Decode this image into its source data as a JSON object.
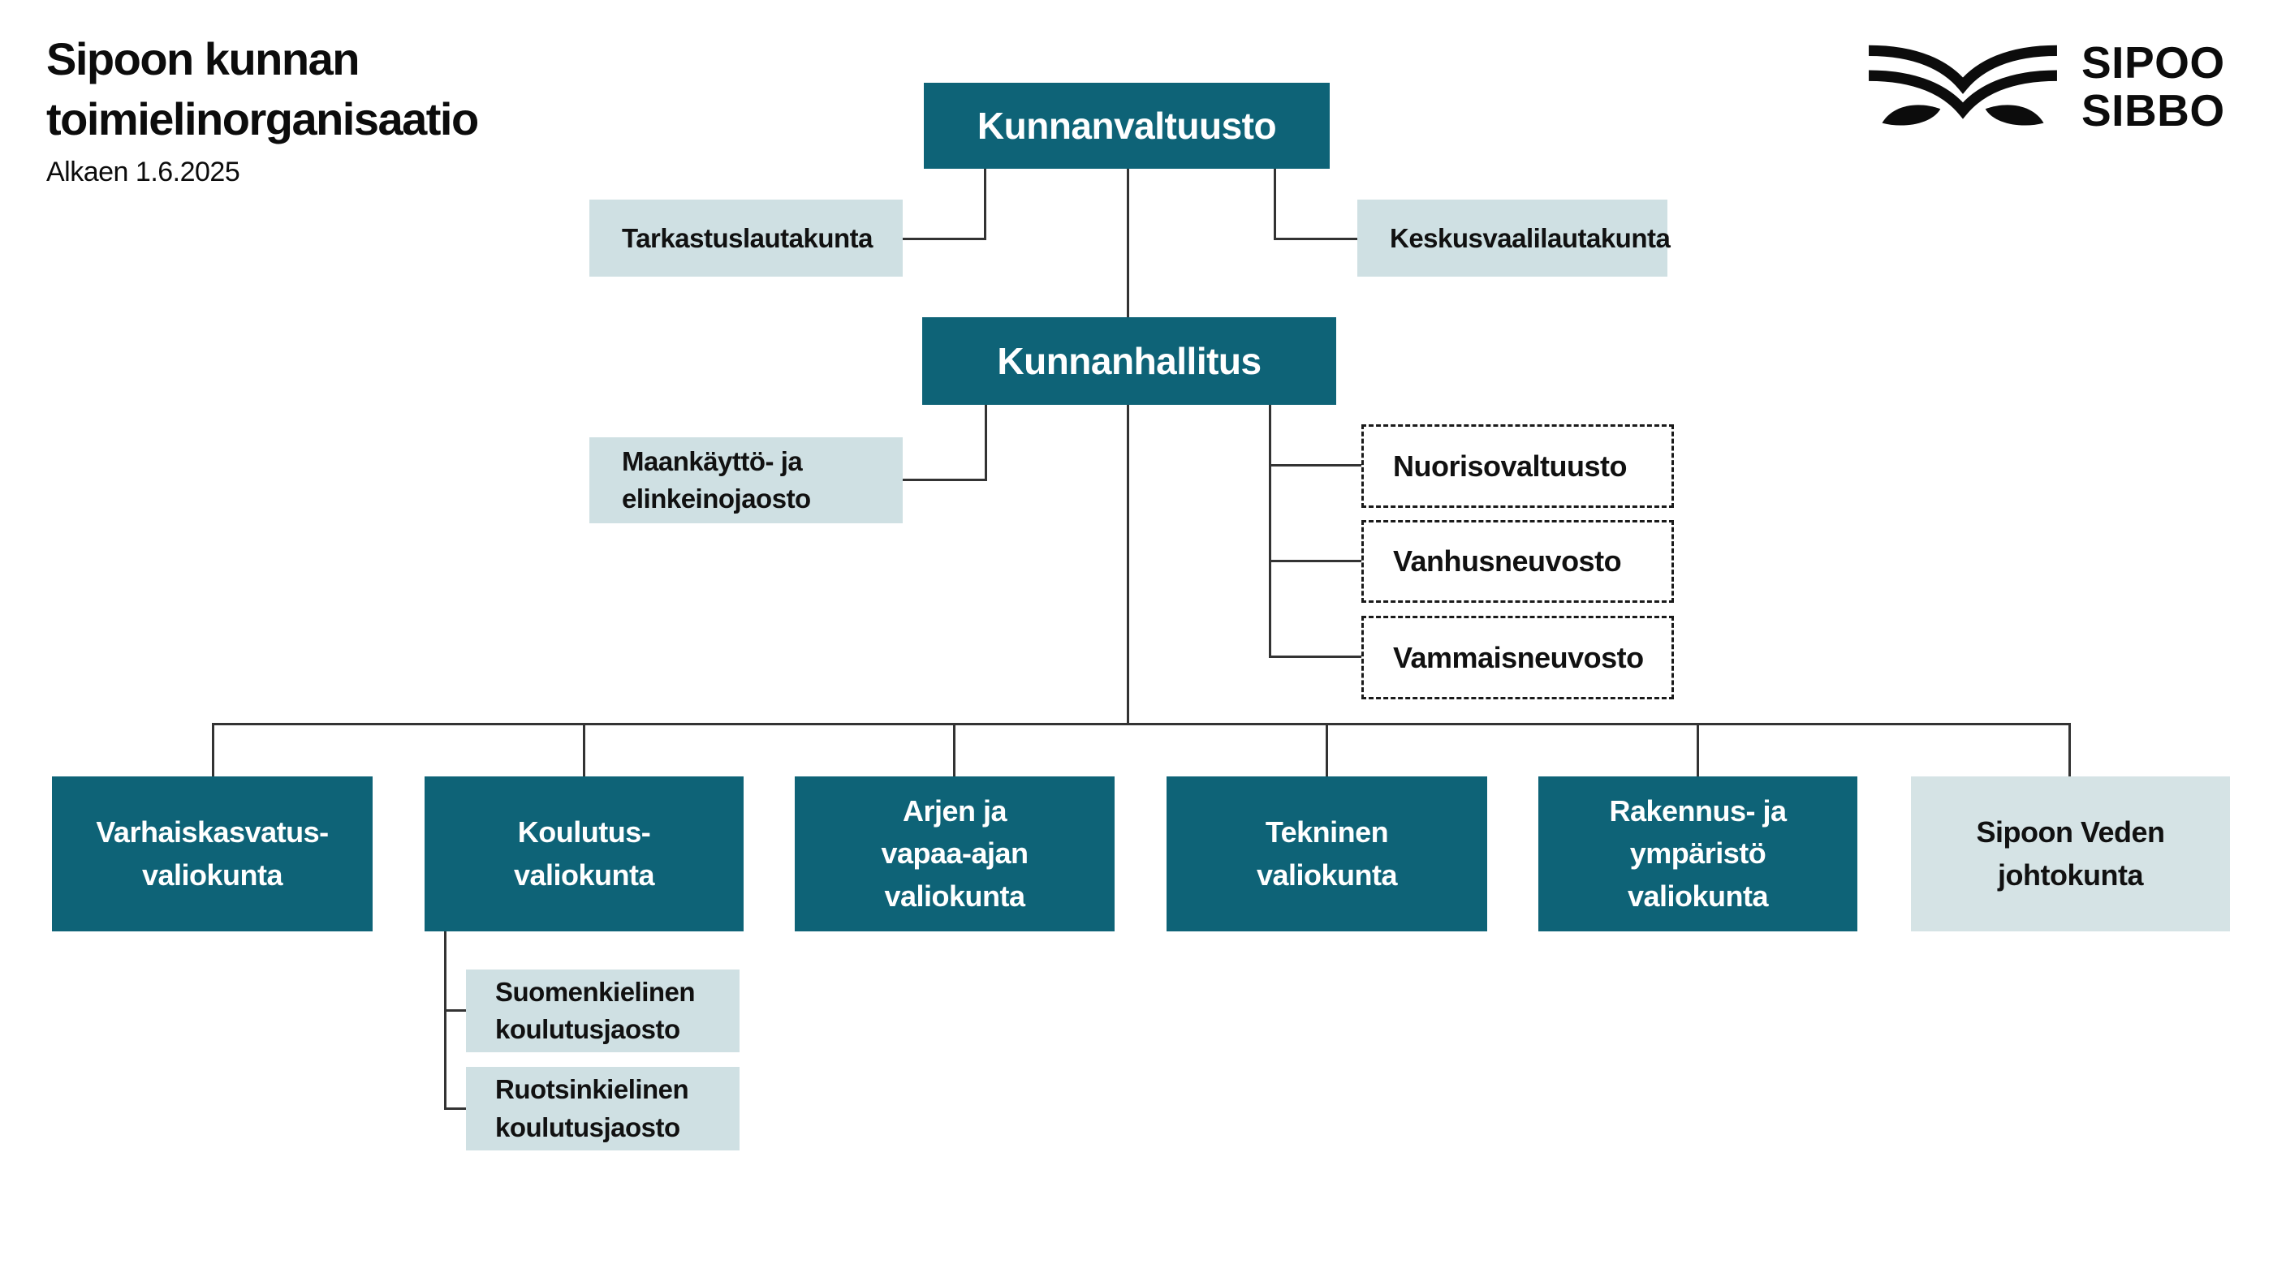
{
  "header": {
    "title": "Sipoon kunnan\ntoimielinorganisaatio",
    "subtitle": "Alkaen 1.6.2025"
  },
  "logo": {
    "line1": "SIPOO",
    "line2": "SIBBO"
  },
  "colors": {
    "teal": "#0e6377",
    "light_box": "#cfe0e3",
    "light_box_alt": "#d5e3e5",
    "connector_line": "#333333",
    "text_dark": "#111111",
    "text_on_teal": "#ffffff"
  },
  "nodes": {
    "kunnanvaltuusto": {
      "label": "Kunnanvaltuusto",
      "variant": "teal"
    },
    "tarkastuslautakunta": {
      "label": "Tarkastuslautakunta",
      "variant": "light"
    },
    "keskusvaalilautakunta": {
      "label": "Keskusvaalilautakunta",
      "variant": "light"
    },
    "kunnanhallitus": {
      "label": "Kunnanhallitus",
      "variant": "teal"
    },
    "maankaytto_elinkeinojaosto": {
      "label": "Maankäyttö- ja\nelinkeinojaosto",
      "variant": "light"
    },
    "nuorisovaltuusto": {
      "label": "Nuorisovaltuusto",
      "variant": "dashed"
    },
    "vanhusneuvosto": {
      "label": "Vanhusneuvosto",
      "variant": "dashed"
    },
    "vammaisneuvosto": {
      "label": "Vammaisneuvosto",
      "variant": "dashed"
    },
    "varhaiskasvatusvaliokunta": {
      "label": "Varhaiskasvatus-\nvaliokunta",
      "variant": "teal"
    },
    "koulutusvaliokunta": {
      "label": "Koulutus-\nvaliokunta",
      "variant": "teal"
    },
    "arjen_vapaa_ajan_valiokunta": {
      "label": "Arjen ja\nvapaa-ajan\nvaliokunta",
      "variant": "teal"
    },
    "tekninen_valiokunta": {
      "label": "Tekninen\nvaliokunta",
      "variant": "teal"
    },
    "rakennus_ymparisto_valiokunta": {
      "label": "Rakennus- ja\nympäristö\nvaliokunta",
      "variant": "teal"
    },
    "sipoon_veden_johtokunta": {
      "label": "Sipoon Veden\njohtokunta",
      "variant": "light_alt"
    },
    "suomenkielinen_koulutusjaosto": {
      "label": "Suomenkielinen\nkoulutusjaosto",
      "variant": "light"
    },
    "ruotsinkielinen_koulutusjaosto": {
      "label": "Ruotsinkielinen\nkoulutusjaosto",
      "variant": "light"
    }
  },
  "edges": [
    {
      "from": "kunnanvaltuusto",
      "to": "tarkastuslautakunta"
    },
    {
      "from": "kunnanvaltuusto",
      "to": "keskusvaalilautakunta"
    },
    {
      "from": "kunnanvaltuusto",
      "to": "kunnanhallitus"
    },
    {
      "from": "kunnanhallitus",
      "to": "maankaytto_elinkeinojaosto"
    },
    {
      "from": "kunnanhallitus",
      "to": "nuorisovaltuusto"
    },
    {
      "from": "kunnanhallitus",
      "to": "vanhusneuvosto"
    },
    {
      "from": "kunnanhallitus",
      "to": "vammaisneuvosto"
    },
    {
      "from": "kunnanhallitus",
      "to": "varhaiskasvatusvaliokunta"
    },
    {
      "from": "kunnanhallitus",
      "to": "koulutusvaliokunta"
    },
    {
      "from": "kunnanhallitus",
      "to": "arjen_vapaa_ajan_valiokunta"
    },
    {
      "from": "kunnanhallitus",
      "to": "tekninen_valiokunta"
    },
    {
      "from": "kunnanhallitus",
      "to": "rakennus_ymparisto_valiokunta"
    },
    {
      "from": "kunnanhallitus",
      "to": "sipoon_veden_johtokunta"
    },
    {
      "from": "koulutusvaliokunta",
      "to": "suomenkielinen_koulutusjaosto"
    },
    {
      "from": "koulutusvaliokunta",
      "to": "ruotsinkielinen_koulutusjaosto"
    }
  ]
}
